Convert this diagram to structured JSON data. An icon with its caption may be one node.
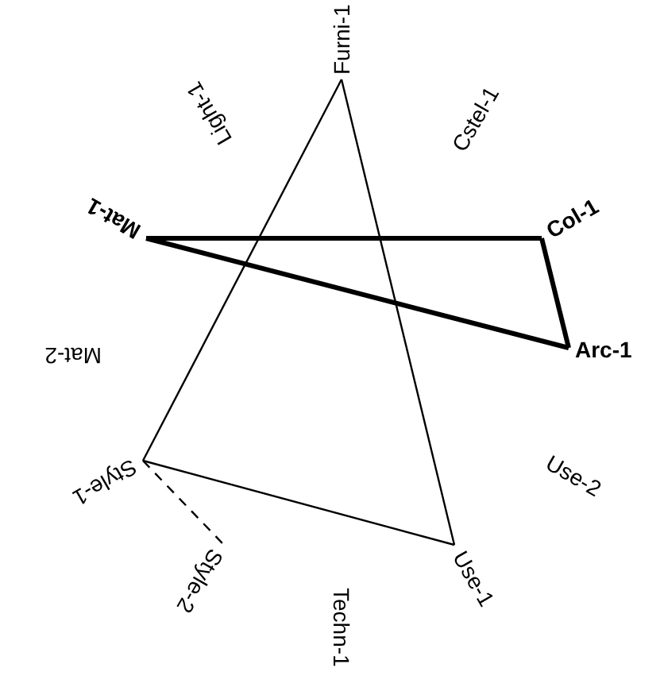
{
  "diagram": {
    "nodes": [
      {
        "text": [
          "Furni-1"
        ]
      },
      {
        "text": [
          "Cstel-1"
        ]
      },
      {
        "text": [
          "Col-1"
        ]
      },
      {
        "text": [
          "Arc-1"
        ]
      },
      {
        "text": [
          "Use-2"
        ]
      },
      {
        "text": [
          "Use-1"
        ]
      },
      {
        "text": [
          "Techn-1"
        ]
      },
      {
        "text": [
          "Style-2"
        ]
      },
      {
        "text": [
          "Style-1"
        ]
      },
      {
        "text": [
          "Mat-2"
        ]
      },
      {
        "text": [
          "Mat-1"
        ]
      },
      {
        "text": [
          "Light-1"
        ]
      }
    ],
    "edges": [
      {
        "from": 10,
        "to": 2,
        "arrow": "none",
        "style": "thick"
      },
      {
        "from": 2,
        "to": 3,
        "arrow": "none",
        "style": "thick"
      },
      {
        "from": 3,
        "to": 10,
        "arrow": "none",
        "style": "thick"
      },
      {
        "from": 0,
        "to": 8,
        "arrow": "none"
      },
      {
        "from": 0,
        "to": 5,
        "arrow": "none"
      },
      {
        "from": 8,
        "to": 5,
        "arrow": "none"
      },
      {
        "from": 8,
        "to": 7,
        "arrow": "none",
        "style": "dashed"
      }
    ]
  }
}
